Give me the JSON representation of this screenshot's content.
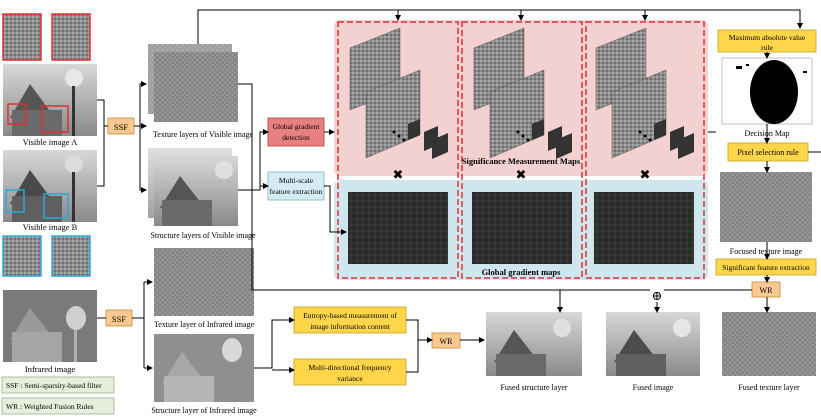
{
  "labels": {
    "visible_a": "Visible image A",
    "visible_b": "Visible image B",
    "infrared": "Infrared image",
    "texture_visible": "Texture layers of Visible image",
    "structure_visible": "Structure layers of Visible image",
    "texture_infrared": "Texture layer of Infrared image",
    "structure_infrared": "Structure layer of Infrared image",
    "significance_maps": "Significance Measurement Maps",
    "gradient_maps": "Global gradient maps",
    "decision_map": "Decision Map",
    "focused_texture": "Focused texture image",
    "fused_structure": "Fused structure layer",
    "fused_image": "Fused image",
    "fused_texture": "Fused texture layer"
  },
  "boxes": {
    "ssf_top": "SSF",
    "ssf_bottom": "SSF",
    "global_gradient_line1": "Global gradient",
    "global_gradient_line2": "detection",
    "multiscale_line1": "Multi-scale",
    "multiscale_line2": "feature extraction",
    "max_abs_line1": "Maximum absolute value",
    "max_abs_line2": "rule",
    "pixel_selection": "Pixel selection rule",
    "significant_feature": "Significant feature extraction",
    "wr_right": "WR",
    "wr_bottom": "WR",
    "entropy_line1": "Entropy-based measurement of",
    "entropy_line2": "image information content",
    "multidir_line1": "Multi-directional frequency",
    "multidir_line2": "variance"
  },
  "legend": {
    "ssf": "SSF : Semi-sparsity-based filter",
    "wr": "WR : Weighted Fusion Rules"
  },
  "symbols": {
    "times": "✖",
    "plus": "⊕"
  },
  "colors": {
    "orange_box": "#f9c98f",
    "yellow_box": "#ffd54a",
    "blue_box": "#d6ecf5",
    "red_box": "#e88080",
    "pink_panel": "#f4d1d1",
    "blue_panel": "#cfe6ee",
    "dashed": "#e03030",
    "legend_bg": "#e6efdc"
  }
}
